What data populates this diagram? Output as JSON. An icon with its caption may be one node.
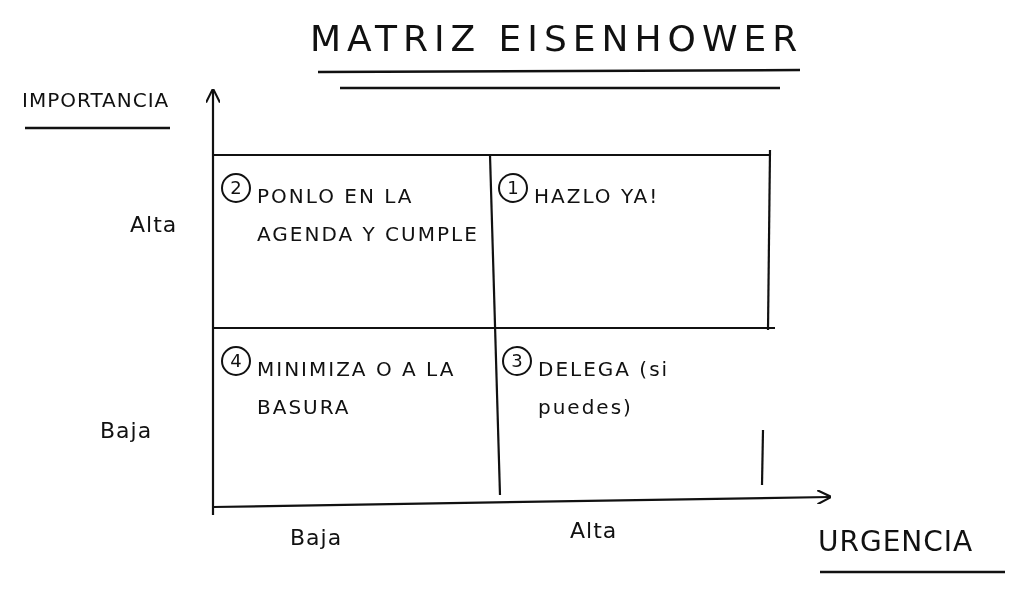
{
  "diagram": {
    "title": "MATRIZ EISENHOWER",
    "nodes": [
      {
        "text": [
          "2",
          "PONLO EN LA AGENDA Y CUMPLE"
        ]
      },
      {
        "text": [
          "1",
          "HAZLO YA!"
        ]
      },
      {
        "text": [
          "4",
          "MINIMIZA O A LA BASURA"
        ]
      },
      {
        "text": [
          "3",
          "DELEGA (si puedes)"
        ]
      }
    ],
    "labels": [
      "IMPORTANCIA",
      "Alta",
      "Baja",
      "Baja",
      "Alta",
      "URGENCIA"
    ]
  }
}
